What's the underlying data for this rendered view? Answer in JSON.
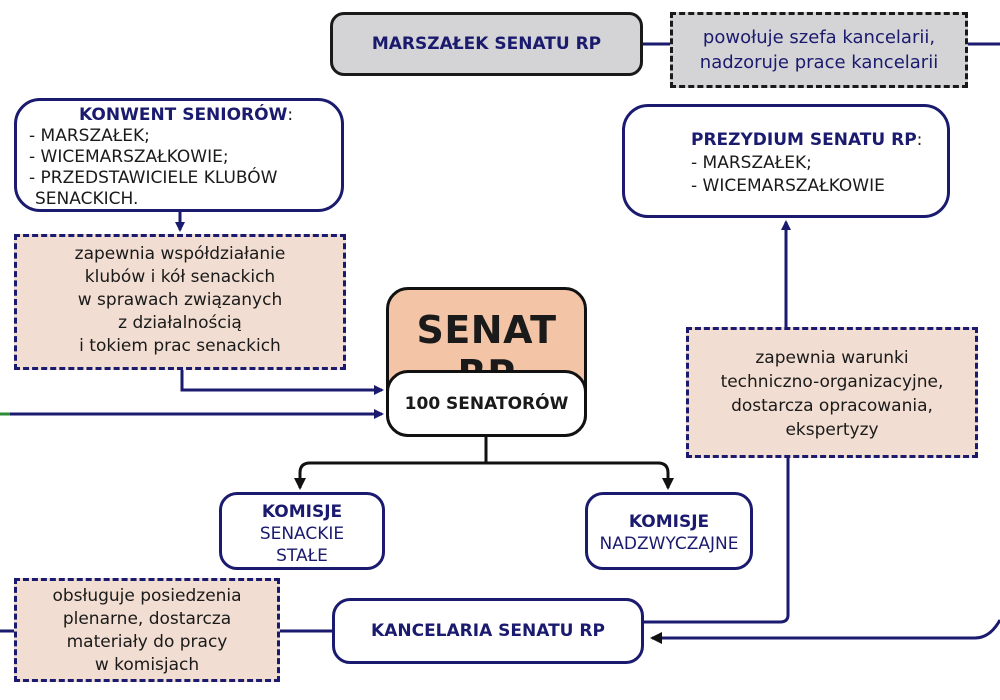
{
  "marszalek": {
    "title": "MARSZAŁEK SENATU RP"
  },
  "marszalek_note": {
    "lines": [
      "powołuje szefa kancelarii,",
      "nadzoruje prace kancelarii"
    ]
  },
  "konwent": {
    "title": "KONWENT SENIORÓW",
    "colon": ":",
    "items": [
      "- MARSZAŁEK;",
      "- WICEMARSZAŁKOWIE;",
      "- PRZEDSTAWICIELE KLUBÓW",
      "SENACKICH."
    ]
  },
  "konwent_note": {
    "lines": [
      "zapewnia współdziałanie",
      "klubów i kół senackich",
      "w sprawach związanych",
      "z działalnością",
      "i tokiem prac senackich"
    ]
  },
  "prezydium": {
    "title": "PREZYDIUM SENATU RP",
    "colon": ":",
    "items": [
      "- MARSZAŁEK;",
      "- WICEMARSZAŁKOWIE"
    ]
  },
  "senat": {
    "title": "SENAT RP",
    "subtitle": "100 SENATORÓW"
  },
  "kancelaria_note": {
    "lines": [
      "zapewnia warunki",
      "techniczno-organizacyjne,",
      "dostarcza opracowania,",
      "ekspertyzy"
    ]
  },
  "komisje_stale": {
    "title": "KOMISJE",
    "lines": [
      "SENACKIE",
      "STAŁE"
    ]
  },
  "komisje_nadzw": {
    "title": "KOMISJE",
    "lines": [
      "NADZWYCZAJNE"
    ]
  },
  "plenary_note": {
    "lines": [
      "obsługuje posiedzenia",
      "plenarne, dostarcza",
      "materiały do pracy",
      "w komisjach"
    ]
  },
  "kancelaria": {
    "title": "KANCELARIA SENATU RP"
  },
  "colors": {
    "navy": "#1a1a6e",
    "peach": "#f3c4a6",
    "beige": "#f1ddd1",
    "gray": "#d4d4d6",
    "green": "#2e8b3a"
  }
}
